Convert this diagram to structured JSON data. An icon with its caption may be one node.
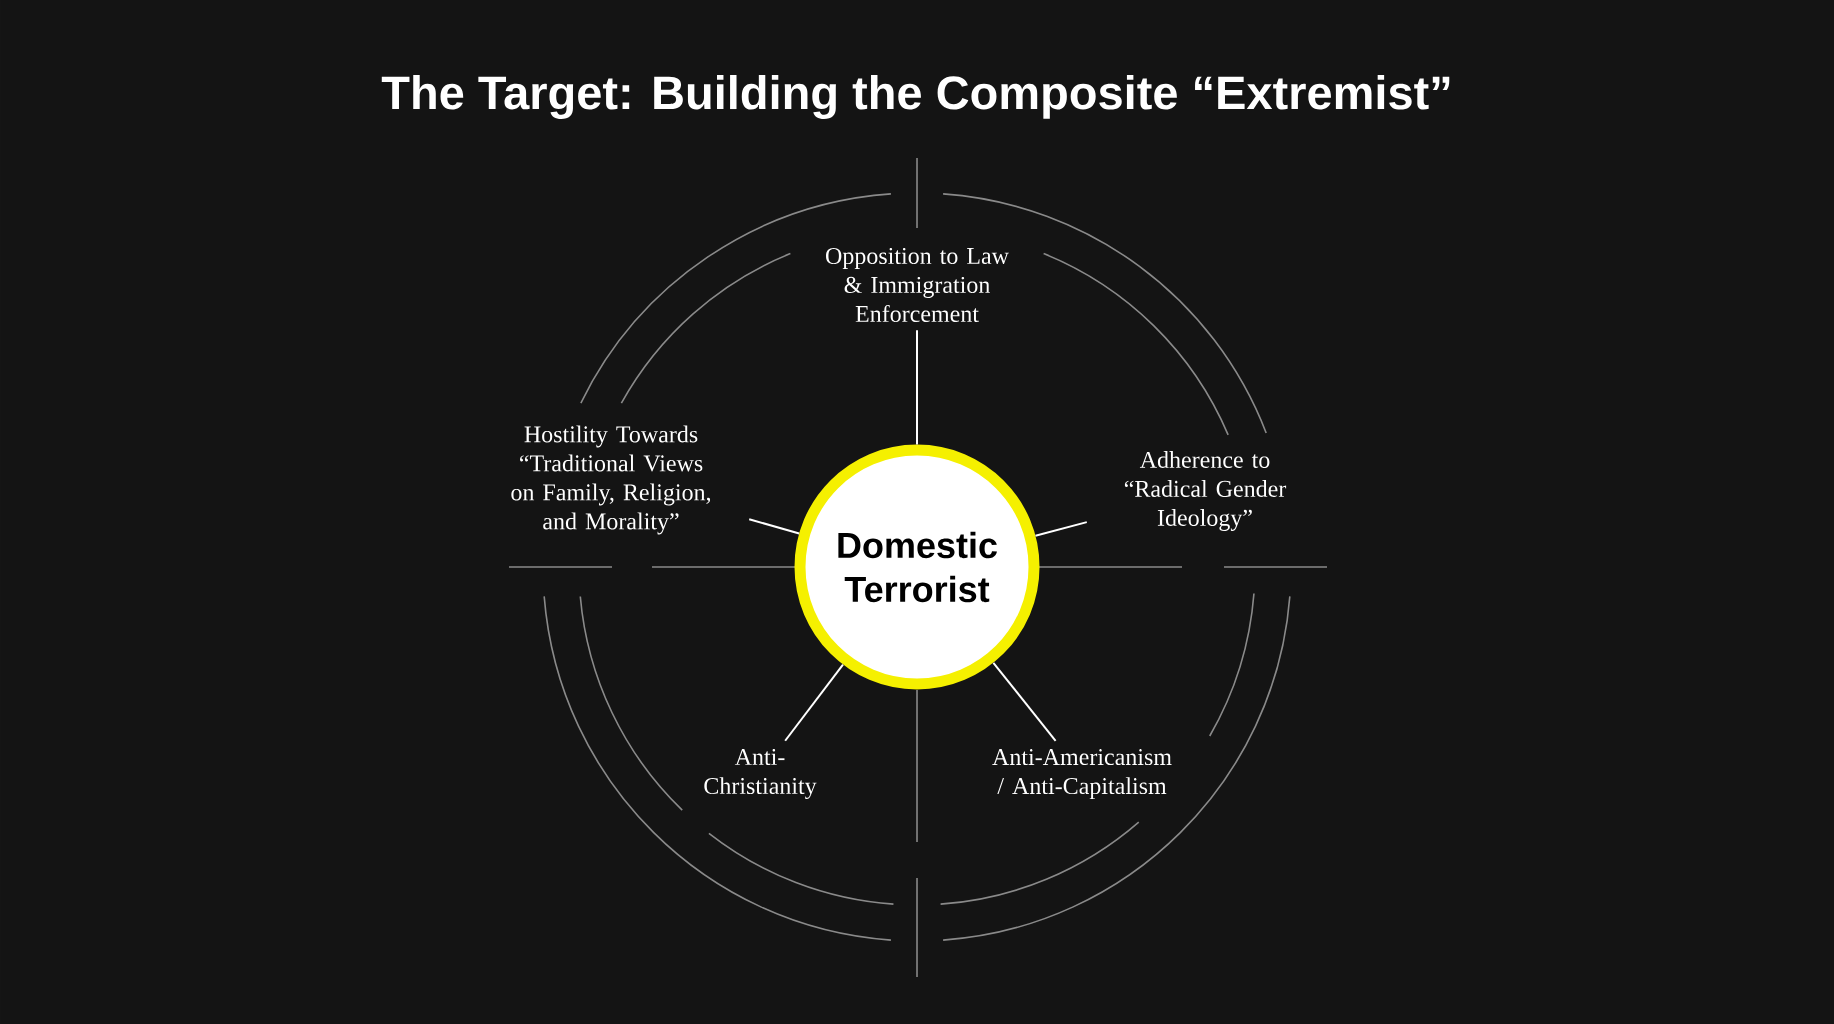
{
  "diagram": {
    "title": "The Target: Building the Composite “Extremist”",
    "nodes": [
      {
        "text": [
          "Domestic Terrorist"
        ]
      },
      {
        "text": [
          "Opposition to Law & Immigration Enforcement"
        ]
      },
      {
        "text": [
          "Hostility Towards “Traditional Views on Family, Religion, and Morality”"
        ]
      },
      {
        "text": [
          "Adherence to “Radical Gender Ideology”"
        ]
      },
      {
        "text": [
          "Anti- Christianity"
        ]
      },
      {
        "text": [
          "Anti-Americanism / Anti-Capitalism"
        ]
      }
    ],
    "edges": [
      {
        "from": 0,
        "to": 1,
        "arrow": "none"
      },
      {
        "from": 0,
        "to": 2,
        "arrow": "none"
      },
      {
        "from": 0,
        "to": 3,
        "arrow": "none"
      },
      {
        "from": 0,
        "to": 4,
        "arrow": "none"
      },
      {
        "from": 0,
        "to": 5,
        "arrow": "none"
      }
    ]
  }
}
